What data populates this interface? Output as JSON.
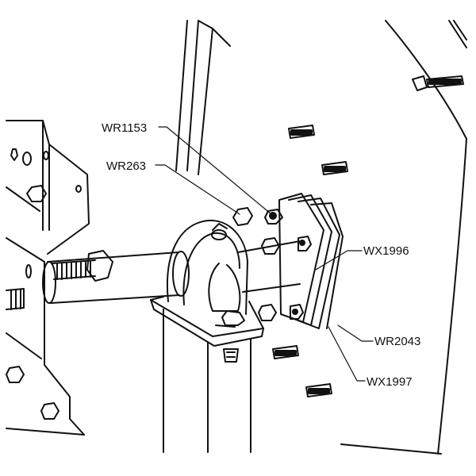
{
  "diagram": {
    "labels": {
      "wr1153": "WR1153",
      "wr263": "WR263",
      "wx1996": "WX1996",
      "wr2043": "WR2043",
      "wx1997": "WX1997"
    }
  },
  "colors": {
    "line": "#111111",
    "background": "#ffffff"
  }
}
